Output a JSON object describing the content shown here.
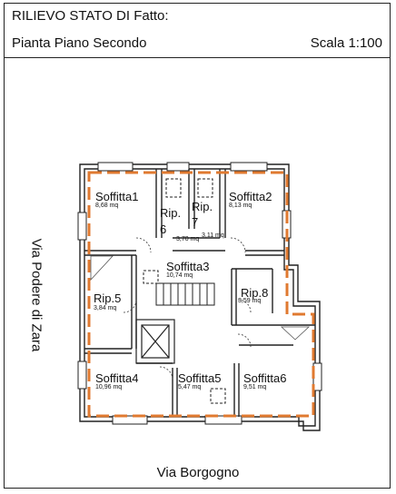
{
  "header": {
    "title": "RILIEVO STATO DI Fatto:",
    "subtitle": "Pianta Piano Secondo",
    "scale": "Scala 1:100"
  },
  "streets": {
    "left": "Via Podere di Zara",
    "bottom": "Via Borgogno"
  },
  "rooms": [
    {
      "name": "Soffitta1",
      "area": "8,68 mq"
    },
    {
      "name": "Rip.",
      "number": "6"
    },
    {
      "name": "Rip.",
      "number": "7"
    },
    {
      "name": "Soffitta2",
      "area": "8,13 mq"
    },
    {
      "area": "3,70 mq"
    },
    {
      "area": "3,11 mq"
    },
    {
      "name": "Soffitta3",
      "area": "10,74 mq"
    },
    {
      "name": "Rip.5",
      "area": "3,84 mq"
    },
    {
      "name": "Rip.8",
      "area": "3,59 mq"
    },
    {
      "name": "Soffitta4",
      "area": "10,96 mq"
    },
    {
      "name": "Soffitta5",
      "area": "5,47 mq"
    },
    {
      "name": "Soffitta6",
      "area": "9,51 mq"
    }
  ],
  "colors": {
    "boundary": "#e07a30",
    "walls": "#222222"
  }
}
